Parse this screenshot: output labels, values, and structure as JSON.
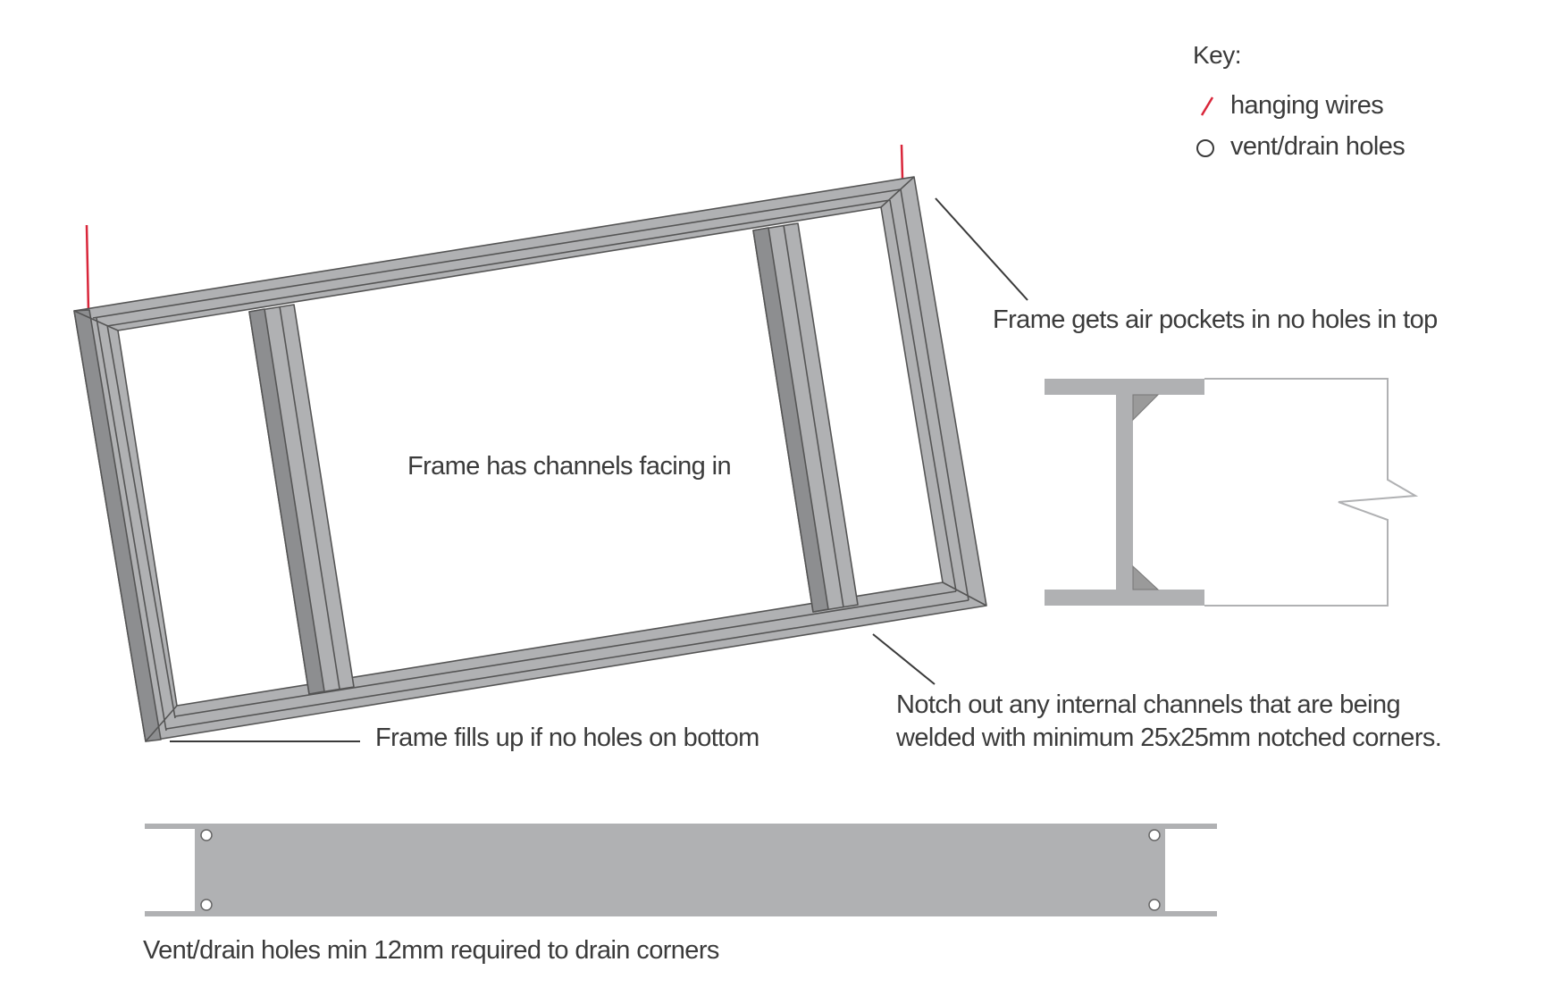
{
  "key": {
    "title": "Key:",
    "items": [
      {
        "icon": "red-slash-icon",
        "label": "hanging wires",
        "color": "#d9263a"
      },
      {
        "icon": "circle-icon",
        "label": "vent/drain holes",
        "color": "#3a3a3a"
      }
    ]
  },
  "annotations": {
    "air_pockets": "Frame gets air pockets in no holes in top",
    "channels_in": "Frame has channels facing in",
    "fills_up": "Frame fills up if no holes on bottom",
    "notch_line1": "Notch out any internal channels that are being",
    "notch_line2": "welded with minimum 25x25mm notched corners.",
    "vent_holes": "Vent/drain holes min 12mm required to drain corners"
  },
  "colors": {
    "frame_fill": "#b0b1b3",
    "frame_dark": "#8d8e90",
    "frame_edge": "#555555",
    "hanging_wire": "#d9263a",
    "weld": "#9a9a9a"
  }
}
